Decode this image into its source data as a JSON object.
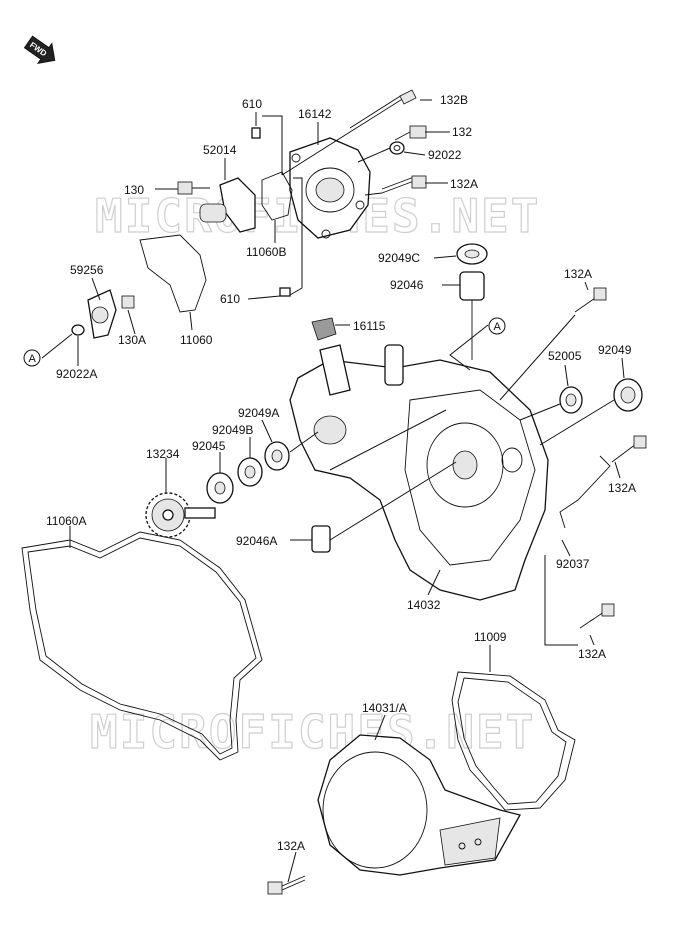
{
  "watermark": "MICROFICHES.NET",
  "fwd_label": "FWD",
  "ref_letter": "A",
  "labels": {
    "l610a": "610",
    "l16142": "16142",
    "l132B": "132B",
    "l132": "132",
    "l52014": "52014",
    "l92022": "92022",
    "l130": "130",
    "l132A_top": "132A",
    "l11060B": "11060B",
    "l92049C": "92049C",
    "l59256": "59256",
    "l92046": "92046",
    "l132A_r1": "132A",
    "l610b": "610",
    "l130A": "130A",
    "l11060": "11060",
    "l16115": "16115",
    "l92022A": "92022A",
    "l52005": "52005",
    "l92049": "92049",
    "l92049A": "92049A",
    "l92049B": "92049B",
    "l92045": "92045",
    "l13234": "13234",
    "l132A_r2": "132A",
    "l11060A": "11060A",
    "l92046A": "92046A",
    "l92037": "92037",
    "l14032": "14032",
    "l132A_r3": "132A",
    "l11009": "11009",
    "l14031A": "14031/A",
    "l132A_bot": "132A"
  }
}
